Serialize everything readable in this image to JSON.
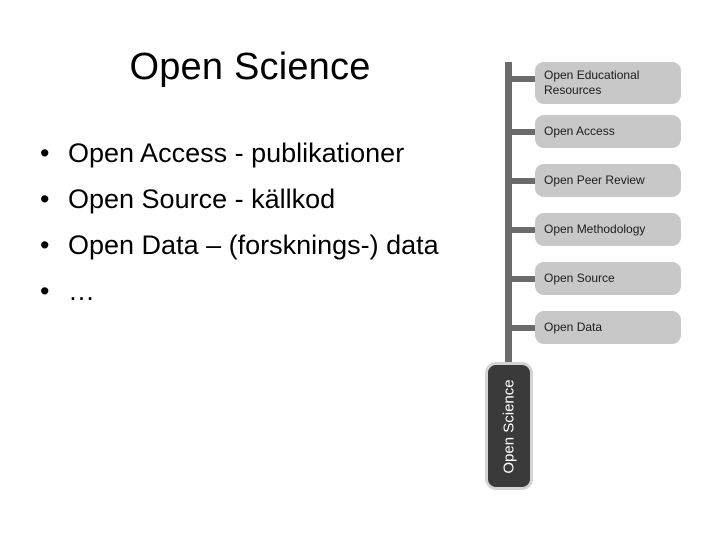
{
  "slide": {
    "title": "Open Science",
    "bullets": [
      {
        "marker": "•",
        "text": "Open Access - publikationer"
      },
      {
        "marker": "•",
        "text": "Open Source - källkod"
      },
      {
        "marker": "•",
        "text": "Open Data – (forsknings-) data"
      },
      {
        "marker": "•",
        "text": "…"
      }
    ]
  },
  "diagram": {
    "root": {
      "label": "Open Science"
    },
    "nodes": [
      {
        "label": "Open Educational Resources",
        "lines": 2
      },
      {
        "label": "Open Access",
        "lines": 1
      },
      {
        "label": "Open Peer Review",
        "lines": 1
      },
      {
        "label": "Open Methodology",
        "lines": 1
      },
      {
        "label": "Open Source",
        "lines": 1
      },
      {
        "label": "Open Data",
        "lines": 1
      }
    ]
  },
  "colors": {
    "background": "#ffffff",
    "node_fill": "#c8c8c8",
    "node_text": "#1b1b1b",
    "connector": "#6b6b6b",
    "root_fill": "#3a3a3a",
    "root_outline": "#d4d4d4",
    "root_text": "#ffffff",
    "body_text": "#000000"
  }
}
